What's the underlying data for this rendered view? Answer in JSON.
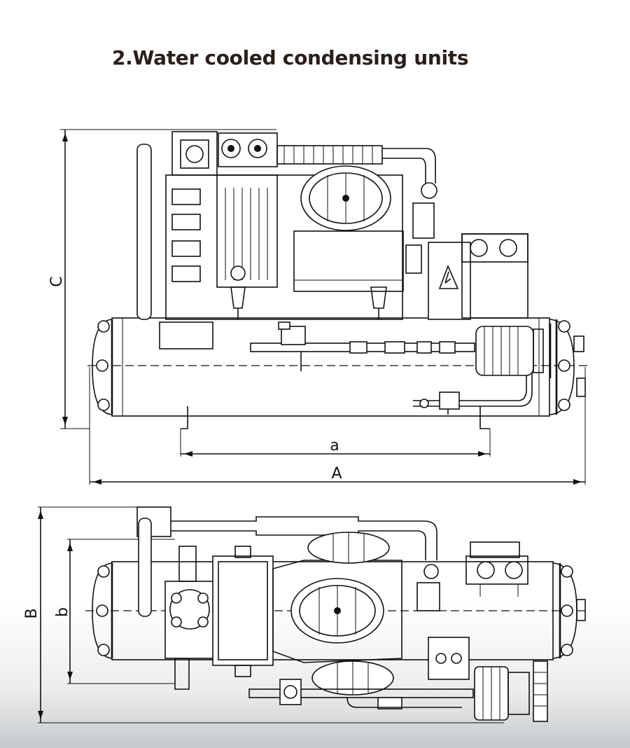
{
  "heading": "2.Water cooled condensing units",
  "dimensions": {
    "A": "A",
    "B": "B",
    "C": "C",
    "a": "a",
    "b": "b"
  }
}
